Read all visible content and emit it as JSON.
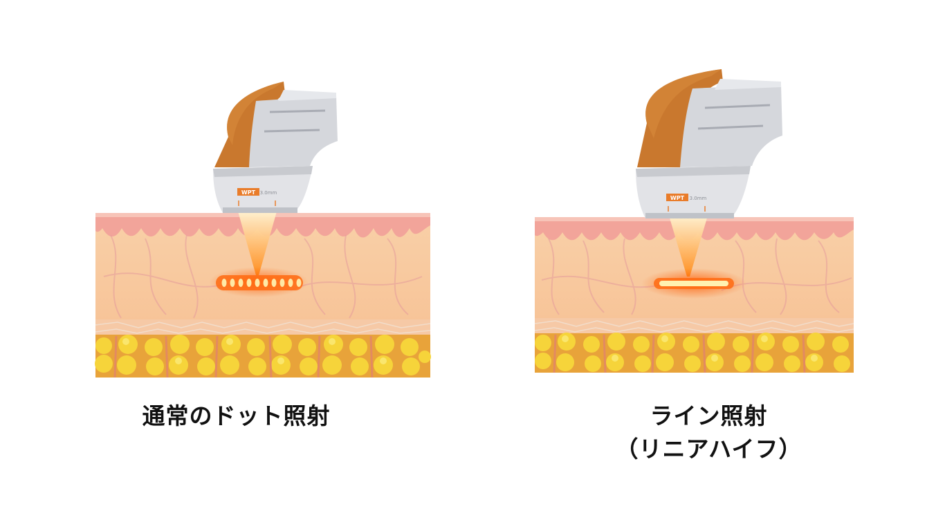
{
  "panels": [
    {
      "id": "dot",
      "caption_lines": [
        "通常のドット照射"
      ],
      "device_label": "WPT",
      "device_sub": "3.0mm"
    },
    {
      "id": "line",
      "caption_lines": [
        "ライン照射",
        "（リニアハイフ）"
      ],
      "device_label": "WPT",
      "device_sub": "3.0mm"
    }
  ],
  "colors": {
    "device_orange": "#C9782E",
    "device_gray": "#D8DADF",
    "skin": "#F7C59A",
    "epidermis": "#F4A8A0",
    "fat": "#F7D63A",
    "beam": "#FF8A1E"
  }
}
